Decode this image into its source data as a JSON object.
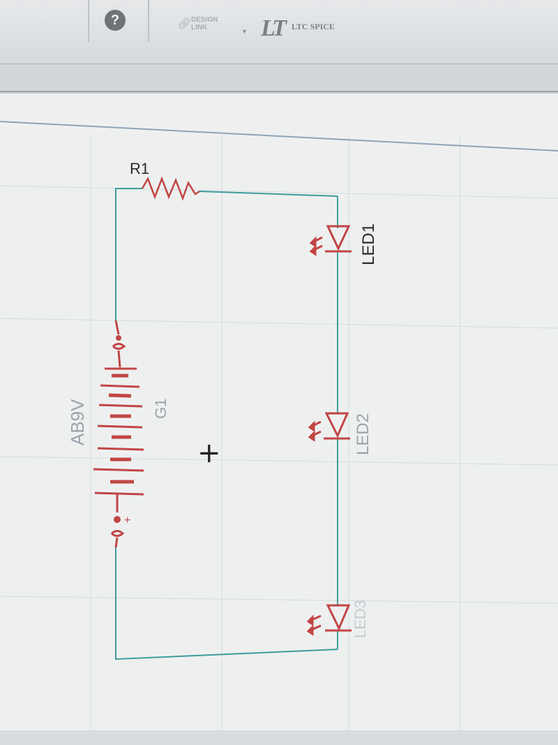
{
  "toolbar": {
    "help_icon": "?",
    "design_link_icon": "link-icon",
    "design_link_label": "DESIGN LINK",
    "ltspice_logo": "LT",
    "ltspice_label": "LTC SPICE"
  },
  "schematic": {
    "resistor": {
      "name": "R1"
    },
    "battery": {
      "name": "G1",
      "value": "AB9V",
      "plus": "+"
    },
    "leds": [
      {
        "name": "LED1"
      },
      {
        "name": "LED2"
      },
      {
        "name": "LED3"
      }
    ],
    "cursor": "+"
  },
  "colors": {
    "wire": "#3e9c9c",
    "component": "#c24545",
    "label": "#2a2a2a",
    "grid": "#d4d9dc",
    "faint_label": "#9aa3aa"
  }
}
